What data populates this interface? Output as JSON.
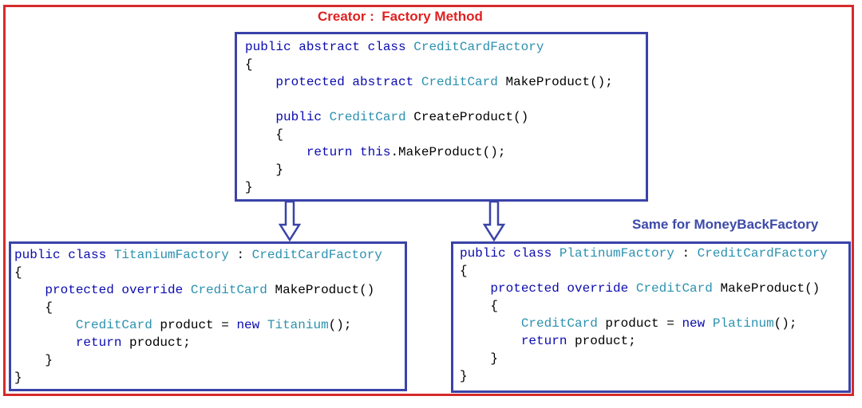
{
  "title": "Creator :  Factory Method",
  "side_note": "Same for MoneyBackFactory",
  "colors": {
    "frame": "#d62b2b",
    "title": "#e02020",
    "box_border": "#3a43a8",
    "keyword": "#0a0ab0",
    "type": "#2b91af",
    "text": "#000000"
  },
  "base_class": {
    "lines": [
      [
        [
          "kw",
          "public abstract class "
        ],
        [
          "ty",
          "CreditCardFactory"
        ]
      ],
      [
        [
          "tx",
          "{"
        ]
      ],
      [
        [
          "tx",
          "    "
        ],
        [
          "kw",
          "protected abstract "
        ],
        [
          "ty",
          "CreditCard"
        ],
        [
          "tx",
          " MakeProduct();"
        ]
      ],
      [],
      [
        [
          "tx",
          "    "
        ],
        [
          "kw",
          "public "
        ],
        [
          "ty",
          "CreditCard"
        ],
        [
          "tx",
          " CreateProduct()"
        ]
      ],
      [
        [
          "tx",
          "    {"
        ]
      ],
      [
        [
          "tx",
          "        "
        ],
        [
          "kw",
          "return this"
        ],
        [
          "tx",
          ".MakeProduct();"
        ]
      ],
      [
        [
          "tx",
          "    }"
        ]
      ],
      [
        [
          "tx",
          "}"
        ]
      ]
    ]
  },
  "titanium_class": {
    "lines": [
      [
        [
          "kw",
          "public class "
        ],
        [
          "ty",
          "TitaniumFactory"
        ],
        [
          "tx",
          " : "
        ],
        [
          "ty",
          "CreditCardFactory"
        ]
      ],
      [
        [
          "tx",
          "{"
        ]
      ],
      [
        [
          "tx",
          "    "
        ],
        [
          "kw",
          "protected override "
        ],
        [
          "ty",
          "CreditCard"
        ],
        [
          "tx",
          " MakeProduct()"
        ]
      ],
      [
        [
          "tx",
          "    {"
        ]
      ],
      [
        [
          "tx",
          "        "
        ],
        [
          "ty",
          "CreditCard"
        ],
        [
          "tx",
          " product = "
        ],
        [
          "kw",
          "new "
        ],
        [
          "ty",
          "Titanium"
        ],
        [
          "tx",
          "();"
        ]
      ],
      [
        [
          "tx",
          "        "
        ],
        [
          "kw",
          "return"
        ],
        [
          "tx",
          " product;"
        ]
      ],
      [
        [
          "tx",
          "    }"
        ]
      ],
      [
        [
          "tx",
          "}"
        ]
      ]
    ]
  },
  "platinum_class": {
    "lines": [
      [
        [
          "kw",
          "public class "
        ],
        [
          "ty",
          "PlatinumFactory"
        ],
        [
          "tx",
          " : "
        ],
        [
          "ty",
          "CreditCardFactory"
        ]
      ],
      [
        [
          "tx",
          "{"
        ]
      ],
      [
        [
          "tx",
          "    "
        ],
        [
          "kw",
          "protected override "
        ],
        [
          "ty",
          "CreditCard"
        ],
        [
          "tx",
          " MakeProduct()"
        ]
      ],
      [
        [
          "tx",
          "    {"
        ]
      ],
      [
        [
          "tx",
          "        "
        ],
        [
          "ty",
          "CreditCard"
        ],
        [
          "tx",
          " product = "
        ],
        [
          "kw",
          "new "
        ],
        [
          "ty",
          "Platinum"
        ],
        [
          "tx",
          "();"
        ]
      ],
      [
        [
          "tx",
          "        "
        ],
        [
          "kw",
          "return"
        ],
        [
          "tx",
          " product;"
        ]
      ],
      [
        [
          "tx",
          "    }"
        ]
      ],
      [
        [
          "tx",
          "}"
        ]
      ]
    ]
  }
}
